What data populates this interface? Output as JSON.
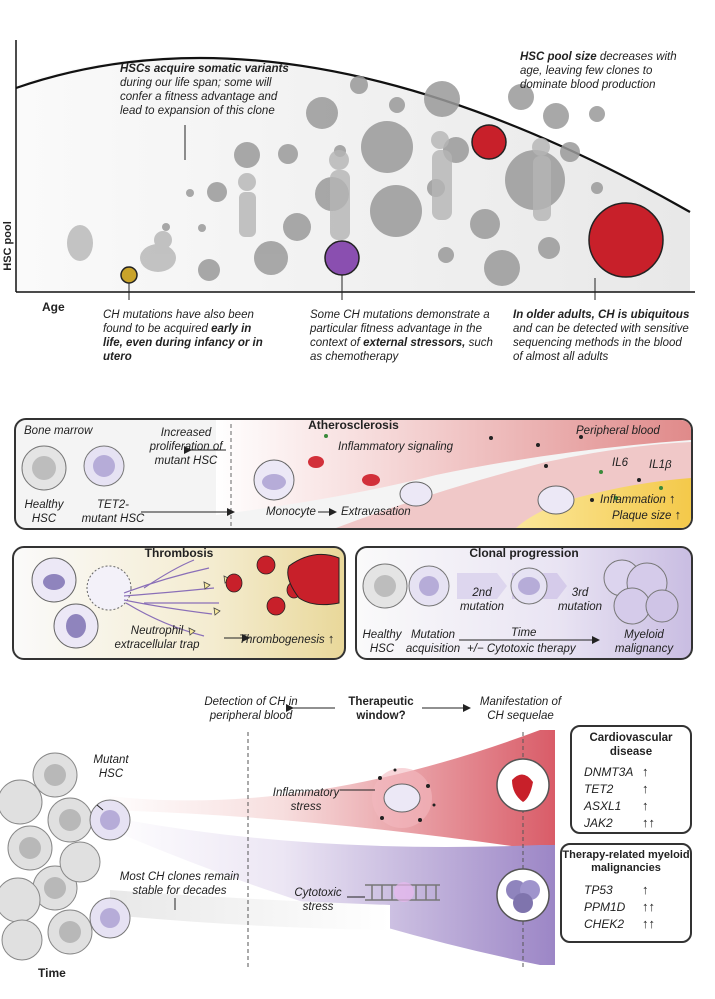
{
  "top": {
    "axis_y": "HSC pool",
    "axis_x": "Age",
    "note1": {
      "bold": "HSCs acquire somatic variants",
      "rest": "during our life span; some will confer a fitness advantage and lead to expansion of this clone"
    },
    "note2": {
      "bold": "HSC pool size",
      "rest": "decreases with age, leaving few clones to dominate blood production"
    },
    "note3": {
      "pre": "CH mutations have also been found to be acquired ",
      "bold": "early in life, even during infancy or in utero"
    },
    "note4": {
      "pre": "Some CH mutations demonstrate a particular fitness advantage in the context of ",
      "bold": "external stressors,",
      "post": "such as chemotherapy"
    },
    "note5": {
      "bold": "In older adults, CH is ubiquitous",
      "rest": "and can be detected with sensitive sequencing methods in the blood of almost all adults"
    }
  },
  "athero": {
    "title": "Atherosclerosis",
    "bone_marrow": "Bone marrow",
    "peripheral_blood": "Peripheral blood",
    "increased": "Increased proliferation of mutant HSC",
    "inflam_signaling": "Inflammatory signaling",
    "healthy": "Healthy HSC",
    "tet2": "TET2- mutant HSC",
    "monocyte": "Monocyte",
    "extravasation": "Extravasation",
    "il6": "IL6",
    "il1b": "IL1β",
    "inflammation": "Inflammation",
    "plaque": "Plaque size",
    "up": "↑"
  },
  "thrombosis": {
    "title": "Thrombosis",
    "net": "Neutrophil extracellular trap",
    "thrombo": "Thrombogenesis",
    "up": "↑"
  },
  "clonal": {
    "title": "Clonal progression",
    "healthy": "Healthy HSC",
    "acq": "Mutation acquisition",
    "second": "2nd mutation",
    "third": "3rd mutation",
    "time": "Time",
    "cyto": "+/− Cytotoxic therapy",
    "myeloid": "Myeloid malignancy"
  },
  "bottom": {
    "detection": "Detection of CH in peripheral blood",
    "window": "Therapeutic window?",
    "manifest": "Manifestation of CH sequelae",
    "mutant": "Mutant HSC",
    "stable": "Most CH clones remain stable for decades",
    "inflam_stress": "Inflammatory stress",
    "cyto_stress": "Cytotoxic stress",
    "time": "Time",
    "cv_title": "Cardiovascular disease",
    "cv_genes": [
      {
        "name": "DNMT3A",
        "arrows": "↑"
      },
      {
        "name": "TET2",
        "arrows": "↑"
      },
      {
        "name": "ASXL1",
        "arrows": "↑"
      },
      {
        "name": "JAK2",
        "arrows": "↑↑"
      }
    ],
    "tr_title": "Therapy-related myeloid malignancies",
    "tr_genes": [
      {
        "name": "TP53",
        "arrows": "↑"
      },
      {
        "name": "PPM1D",
        "arrows": "↑↑"
      },
      {
        "name": "CHEK2",
        "arrows": "↑↑"
      }
    ]
  }
}
